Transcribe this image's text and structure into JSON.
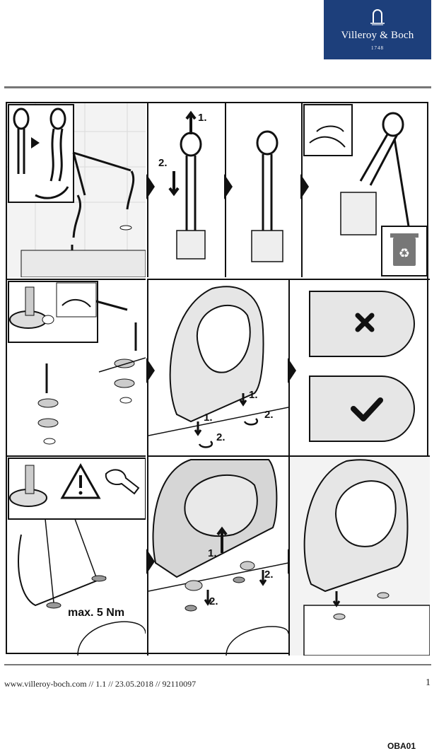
{
  "header": {
    "brand": "Villeroy & Boch",
    "year": "1748"
  },
  "figure": {
    "step_labels": {
      "s1": "1.",
      "s2": "2."
    },
    "torque_text": "max. 5 Nm",
    "code": "OBA01"
  },
  "footer": {
    "text": "www.villeroy-boch.com // 1.1 // 23.05.2018 // 92110097",
    "page": "1"
  },
  "icons": {
    "recycle": "recycle-bin-icon",
    "warning": "warning-triangle-icon",
    "wrench": "wrench-icon",
    "cross": "cross-icon",
    "check": "checkmark-icon"
  },
  "colors": {
    "brand_blue": "#1d3f7b"
  }
}
